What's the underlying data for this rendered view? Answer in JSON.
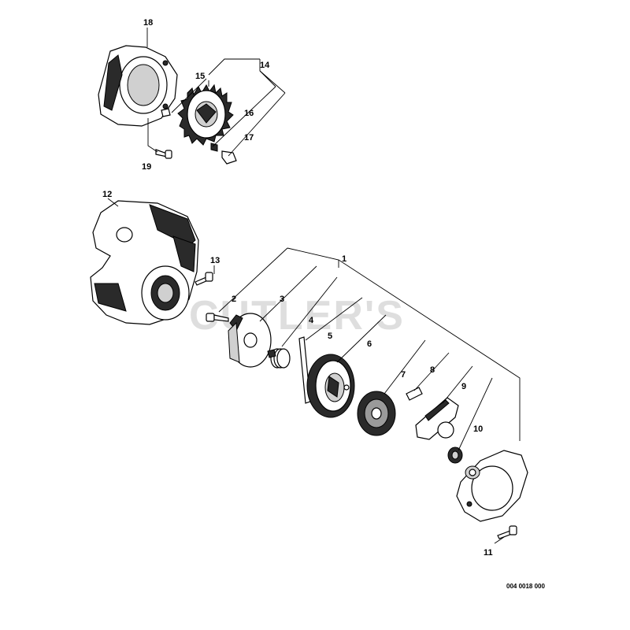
{
  "watermark": "CUTLER'S",
  "diagram_code": "004 0018 000",
  "labels": {
    "p1": "1",
    "p2": "2",
    "p3": "3",
    "p4": "4",
    "p5": "5",
    "p6": "6",
    "p7": "7",
    "p8": "8",
    "p9": "9",
    "p10": "10",
    "p11": "11",
    "p12": "12",
    "p13": "13",
    "p14": "14",
    "p15": "15",
    "p16": "16",
    "p17": "17",
    "p18": "18",
    "p19": "19"
  }
}
